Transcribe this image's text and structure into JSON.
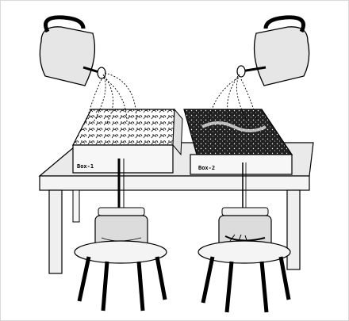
{
  "diagram": {
    "boxes": [
      {
        "label": "Box-1",
        "contents": "soil-with-leaves"
      },
      {
        "label": "Box-2",
        "contents": "bare-soil"
      }
    ],
    "icons": [
      "watering-can-icon",
      "watering-can-icon"
    ],
    "colors": {
      "ink": "#000000",
      "paper": "#ffffff",
      "soil": "#1a1a1a",
      "glass": "#dcdcdc"
    }
  }
}
